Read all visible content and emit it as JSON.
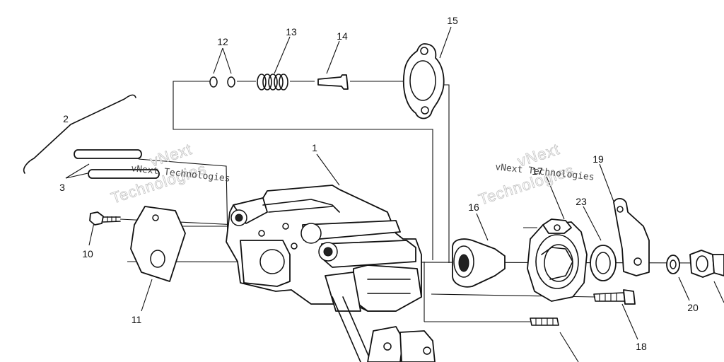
{
  "callouts": [
    "1",
    "2",
    "3",
    "10",
    "11",
    "12",
    "13",
    "14",
    "15",
    "16",
    "17",
    "18",
    "19",
    "20",
    "23"
  ],
  "watermark": {
    "small": "vNext Technologies",
    "large_line1": "vNext",
    "large_line2": "Technologies"
  }
}
